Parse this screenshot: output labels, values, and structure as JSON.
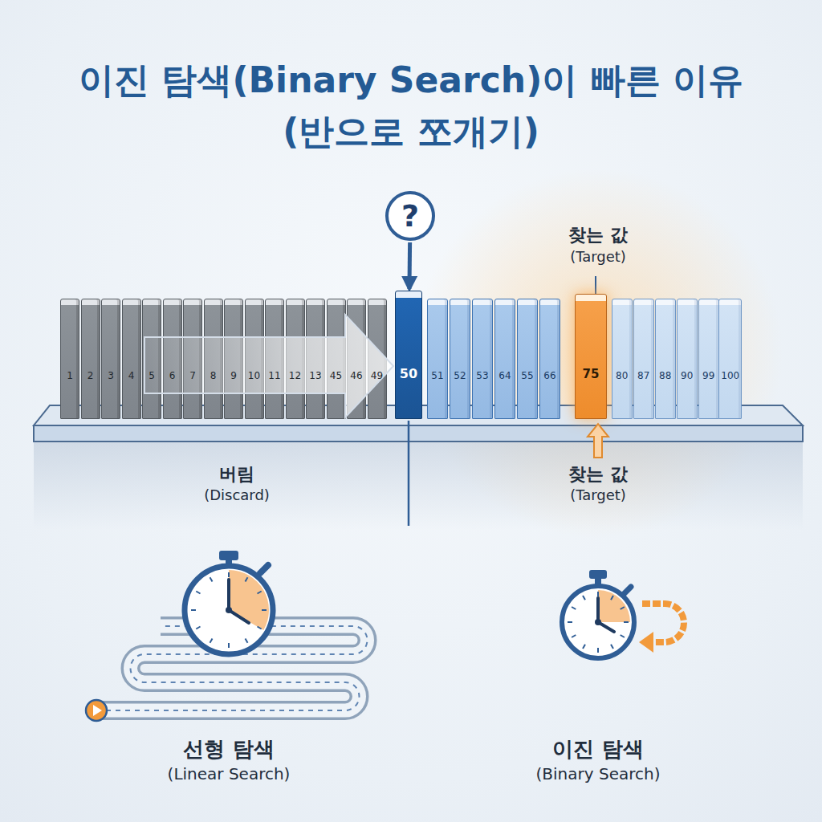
{
  "diagram": {
    "title": "이진 탐색(Binary Search)이 빠른 이유 (반으로 쪼개기)",
    "nodes": [
      {
        "text": [
          "?"
        ]
      },
      {
        "text": [
          "1"
        ]
      },
      {
        "text": [
          "2"
        ]
      },
      {
        "text": [
          "3"
        ]
      },
      {
        "text": [
          "4"
        ]
      },
      {
        "text": [
          "5"
        ]
      },
      {
        "text": [
          "6"
        ]
      },
      {
        "text": [
          "7"
        ]
      },
      {
        "text": [
          "8"
        ]
      },
      {
        "text": [
          "9"
        ]
      },
      {
        "text": [
          "10"
        ]
      },
      {
        "text": [
          "11"
        ]
      },
      {
        "text": [
          "12"
        ]
      },
      {
        "text": [
          "13"
        ]
      },
      {
        "text": [
          "45"
        ]
      },
      {
        "text": [
          "46"
        ]
      },
      {
        "text": [
          "49"
        ]
      },
      {
        "text": [
          "50"
        ]
      },
      {
        "text": [
          "51"
        ]
      },
      {
        "text": [
          "52"
        ]
      },
      {
        "text": [
          "53"
        ]
      },
      {
        "text": [
          "64"
        ]
      },
      {
        "text": [
          "55"
        ]
      },
      {
        "text": [
          "66"
        ]
      },
      {
        "text": [
          "75"
        ]
      },
      {
        "text": [
          "80"
        ]
      },
      {
        "text": [
          "87"
        ]
      },
      {
        "text": [
          "88"
        ]
      },
      {
        "text": [
          "90"
        ]
      },
      {
        "text": [
          "99"
        ]
      },
      {
        "text": [
          "100"
        ]
      }
    ],
    "edges": [
      {
        "from": 0,
        "to": 17,
        "arrow": "to"
      }
    ],
    "labels": [
      "버림",
      "(Discard)",
      "찾는 값",
      "(Target)",
      "찾는 값",
      "(Target)",
      "선형 탐색",
      "(Linear Search)",
      "이진 탐색",
      "(Binary Search)"
    ]
  }
}
